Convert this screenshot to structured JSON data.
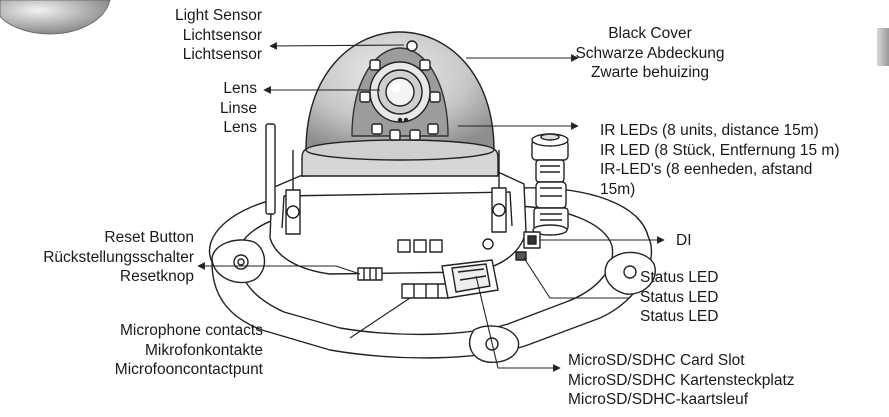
{
  "callouts": {
    "light_sensor": [
      "Light Sensor",
      "Lichtsensor",
      "Lichtsensor"
    ],
    "lens": [
      "Lens",
      "Linse",
      "Lens"
    ],
    "black_cover": [
      "Black Cover",
      "Schwarze Abdeckung",
      "Zwarte behuizing"
    ],
    "ir_leds": [
      "IR LEDs (8 units, distance 15m)",
      "IR LED (8 Stück, Entfernung 15 m)",
      "IR-LED's (8 eenheden, afstand",
      "15m)"
    ],
    "di": [
      "DI"
    ],
    "reset_button": [
      "Reset Button",
      "Rückstellungsschalter",
      "Resetknop"
    ],
    "status_led": [
      "Status LED",
      "Status LED",
      "Status LED"
    ],
    "microphone": [
      "Microphone contacts",
      "Mikrofonkontakte",
      "Microfooncontactpunt"
    ],
    "microsd": [
      "MicroSD/SDHC Card Slot",
      "MicroSD/SDHC Kartensteckplatz",
      "MicroSD/SDHC-kaartsleuf"
    ]
  }
}
